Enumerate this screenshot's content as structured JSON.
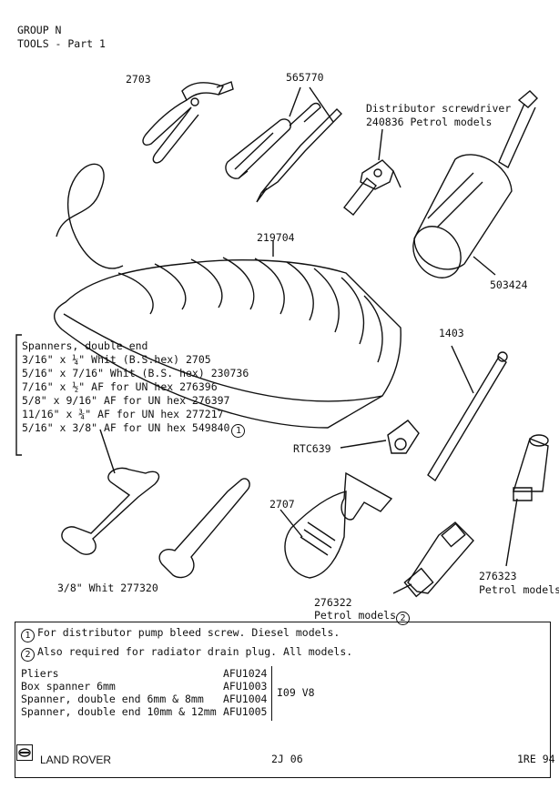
{
  "header": {
    "group": "GROUP N",
    "subtitle": "TOOLS - Part 1"
  },
  "callouts": {
    "pliers": "2703",
    "screwdrivers": "565770",
    "distributor_title": "Distributor screwdriver",
    "distributor_part": "240836  Petrol models",
    "screwdriver_large": "503424",
    "tool_roll": "219704",
    "tommy_bar": "1403",
    "box_small": "RTC639",
    "adjustable": "2707",
    "open_spanner": "3/8\" Whit 277320",
    "box_276323": "276323",
    "box_276323_note": "Petrol models",
    "box_276322": "276322",
    "box_276322_note": "Petrol models",
    "box_276322_marker": "2"
  },
  "spanner_list": {
    "title": "Spanners, double end",
    "items": [
      "3/16\" x ¼\" Whit (B.S.hex) 2705",
      "5/16\" x 7/16\" Whit (B.S. hex) 230736",
      "7/16\" x ½\" AF for UN hex 276396",
      "5/8\" x 9/16\" AF for UN hex 276397",
      "11/16\" x ¾\" AF for UN hex 277217",
      "5/16\" x 3/8\" AF for UN hex 549840"
    ],
    "last_marker": "1"
  },
  "notes": {
    "note1_marker": "1",
    "note1": "For distributor pump bleed screw. Diesel models.",
    "note2_marker": "2",
    "note2": "Also required for radiator drain plug. All models.",
    "parts": [
      {
        "name": "Pliers",
        "code": "AFU1024"
      },
      {
        "name": "Box spanner 6mm",
        "code": "AFU1003"
      },
      {
        "name": "Spanner, double end 6mm & 8mm",
        "code": "AFU1004"
      },
      {
        "name": "Spanner, double end 10mm & 12mm",
        "code": "AFU1005"
      }
    ],
    "applicability": "I09 V8"
  },
  "footer": {
    "brand": "LAND ROVER",
    "page": "2J 06",
    "issue": "1RE 94"
  }
}
